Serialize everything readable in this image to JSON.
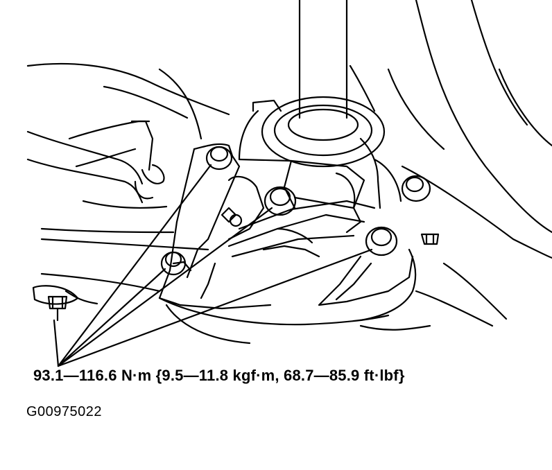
{
  "figure": {
    "torque_spec": "93.1—116.6 N·m {9.5—11.8 kgf·m, 68.7—85.9 ft·lbf}",
    "figure_code": "G00975022",
    "icons": [
      "bolt-icon",
      "nut-icon",
      "leader-line"
    ],
    "colors": {
      "line": "#000000",
      "background": "#ffffff"
    }
  }
}
